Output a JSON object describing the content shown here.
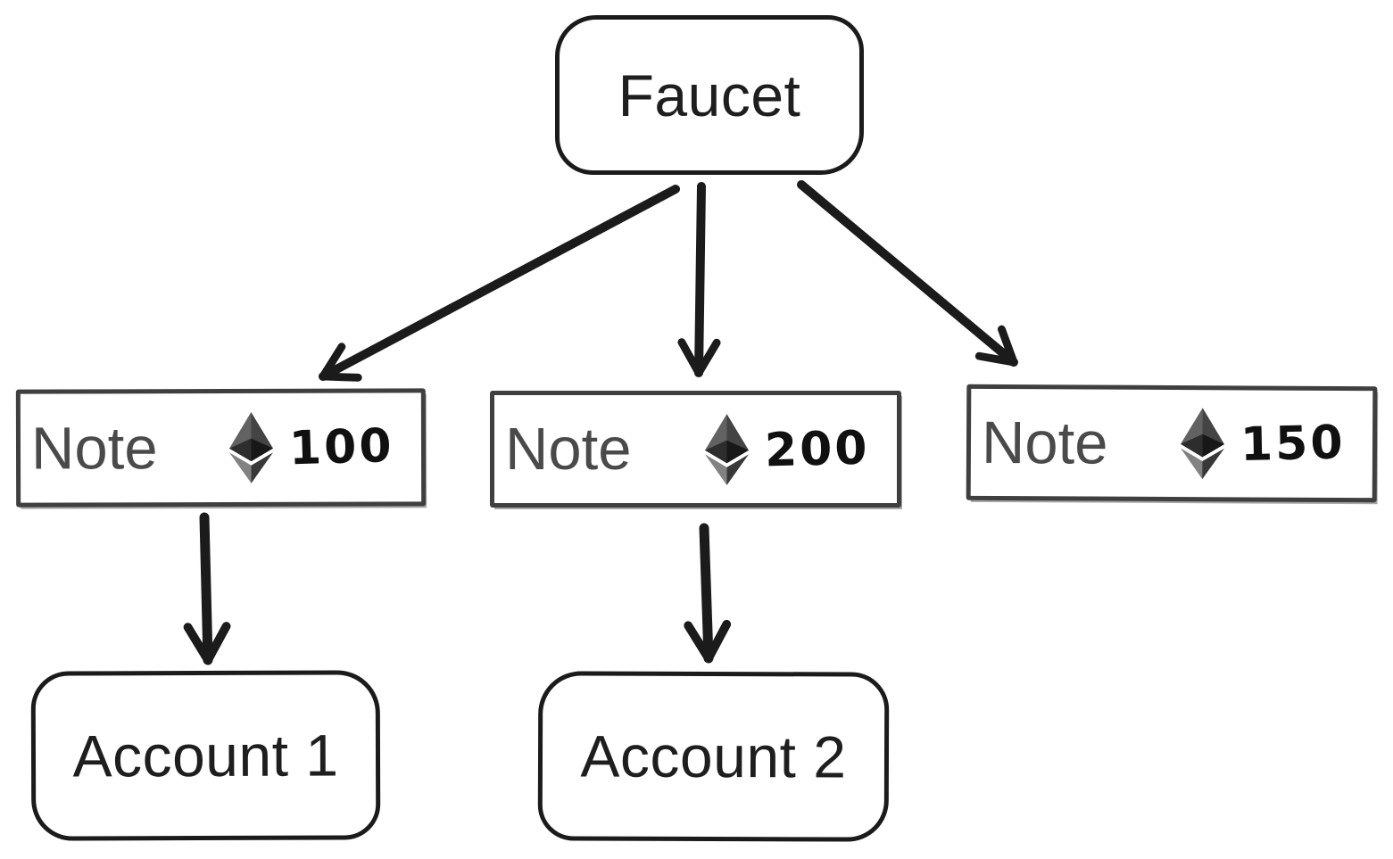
{
  "nodes": {
    "faucet": {
      "label": "Faucet"
    },
    "note1": {
      "label": "Note",
      "icon": "ethereum-icon",
      "amount": "100"
    },
    "note2": {
      "label": "Note",
      "icon": "ethereum-icon",
      "amount": "200"
    },
    "note3": {
      "label": "Note",
      "icon": "ethereum-icon",
      "amount": "150"
    },
    "account1": {
      "label": "Account 1"
    },
    "account2": {
      "label": "Account 2"
    }
  },
  "edges": [
    {
      "from": "faucet",
      "to": "note1"
    },
    {
      "from": "faucet",
      "to": "note2"
    },
    {
      "from": "faucet",
      "to": "note3"
    },
    {
      "from": "note1",
      "to": "account1"
    },
    {
      "from": "note2",
      "to": "account2"
    }
  ],
  "colors": {
    "background": "#ffffff",
    "ink": "#1b1b1b",
    "note_border": "#3f3f3f",
    "note_text": "#4a4a4a",
    "amount_text": "#101010",
    "eth": {
      "upper_left": "#626262",
      "upper_right": "#444444",
      "inner_left": "#2d2d2d",
      "inner_right": "#181818",
      "lower_left": "#828282",
      "lower_right": "#383838"
    }
  }
}
